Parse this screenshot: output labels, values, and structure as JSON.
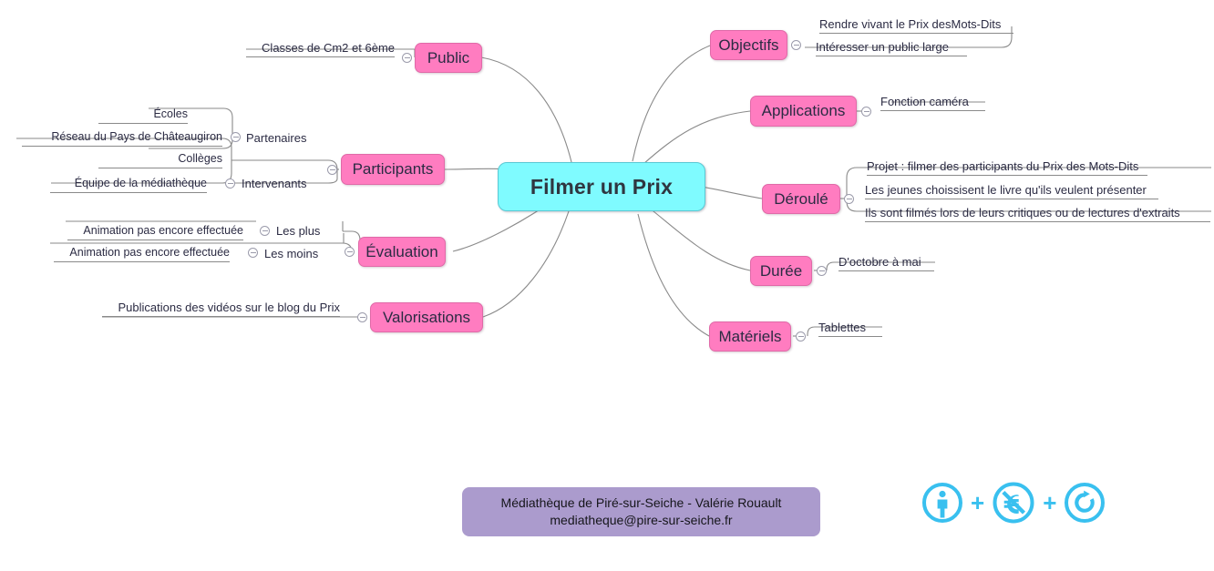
{
  "mindmap": {
    "center": {
      "label": "Filmer un Prix"
    },
    "branches": [
      {
        "id": "objectifs",
        "label": "Objectifs",
        "side": "right",
        "children": [
          {
            "label": "Rendre vivant le Prix desMots-Dits"
          },
          {
            "label": "Intéresser un public large"
          }
        ]
      },
      {
        "id": "applications",
        "label": "Applications",
        "side": "right",
        "children": [
          {
            "label": "Fonction caméra"
          }
        ]
      },
      {
        "id": "deroule",
        "label": "Déroulé",
        "side": "right",
        "children": [
          {
            "label": "Projet : filmer des participants du Prix des Mots-Dits"
          },
          {
            "label": "Les jeunes choissisent le livre qu'ils veulent présenter"
          },
          {
            "label": "Ils sont filmés lors de leurs critiques ou de lectures d'extraits"
          }
        ]
      },
      {
        "id": "duree",
        "label": "Durée",
        "side": "right",
        "children": [
          {
            "label": "D'octobre à mai"
          }
        ]
      },
      {
        "id": "materiels",
        "label": "Matériels",
        "side": "right",
        "children": [
          {
            "label": "Tablettes"
          }
        ]
      },
      {
        "id": "public",
        "label": "Public",
        "side": "left",
        "children": [
          {
            "label": "Classes de Cm2 et 6ème"
          }
        ]
      },
      {
        "id": "participants",
        "label": "Participants",
        "side": "left",
        "children": [
          {
            "label": "Partenaires",
            "children": [
              {
                "label": "Écoles"
              },
              {
                "label": "Réseau du Pays de Châteaugiron"
              },
              {
                "label": "Collèges"
              }
            ]
          },
          {
            "label": "Intervenants",
            "children": [
              {
                "label": "Équipe de la médiathèque"
              }
            ]
          }
        ]
      },
      {
        "id": "evaluation",
        "label": "Évaluation",
        "side": "left",
        "children": [
          {
            "label": "Les plus",
            "children": [
              {
                "label": "Animation pas encore effectuée"
              }
            ]
          },
          {
            "label": "Les moins",
            "children": [
              {
                "label": "Animation pas encore effectuée"
              }
            ]
          }
        ]
      },
      {
        "id": "valorisations",
        "label": "Valorisations",
        "side": "left",
        "children": [
          {
            "label": "Publications des vidéos sur le blog du Prix"
          }
        ]
      }
    ]
  },
  "credit": {
    "line1": "Médiathèque de Piré-sur-Seiche - Valérie Rouault",
    "line2": "mediatheque@pire-sur-seiche.fr"
  },
  "license": {
    "separator": "+",
    "badges": [
      {
        "name": "cc-attribution-icon",
        "title": "Attribution"
      },
      {
        "name": "cc-noncommercial-euro-icon",
        "title": "NonCommercial Euro"
      },
      {
        "name": "cc-sharealike-icon",
        "title": "ShareAlike"
      }
    ]
  },
  "colors": {
    "center_fill": "#7FFBFF",
    "branch_fill": "#FF7CC0",
    "credit_fill": "#AB9BCD",
    "license_accent": "#39C0EF",
    "link_stroke": "#8a8a8a",
    "text": "#2b2b43"
  }
}
